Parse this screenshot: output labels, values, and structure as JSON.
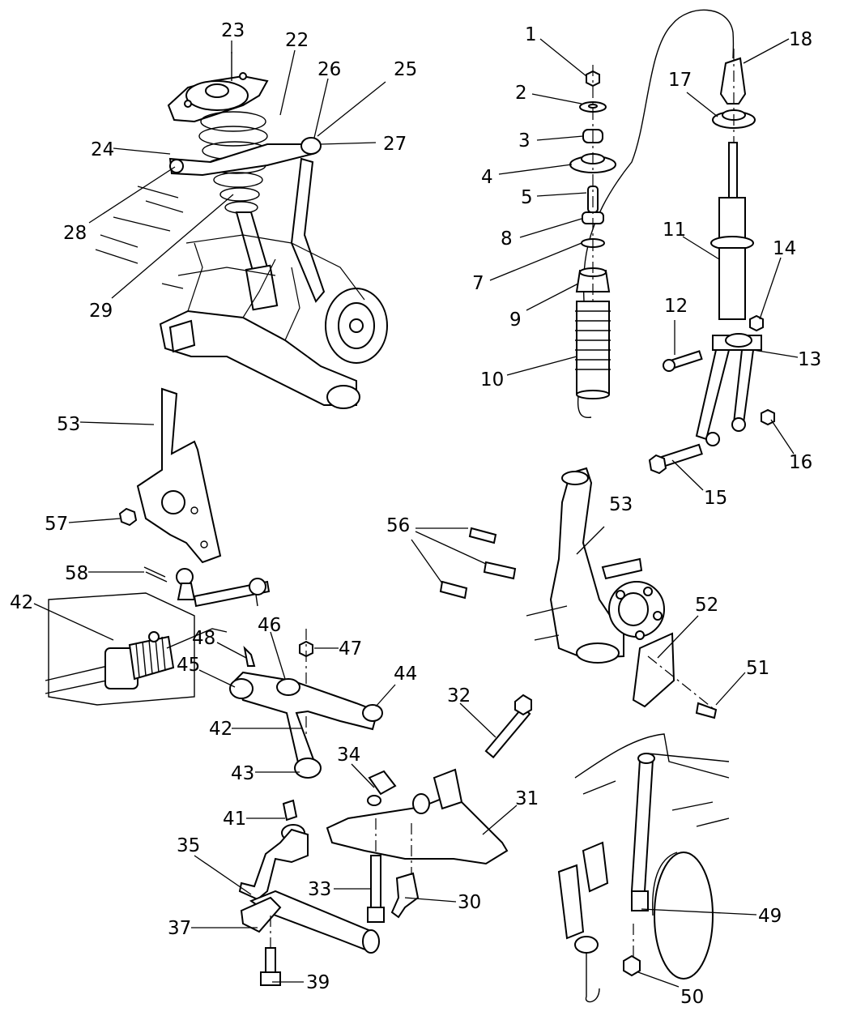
{
  "callouts": {
    "c1": "1",
    "c2": "2",
    "c3": "3",
    "c4": "4",
    "c5": "5",
    "c7": "7",
    "c8": "8",
    "c9": "9",
    "c10": "10",
    "c11": "11",
    "c12": "12",
    "c13": "13",
    "c14": "14",
    "c15": "15",
    "c16": "16",
    "c17": "17",
    "c18": "18",
    "c22": "22",
    "c23": "23",
    "c24": "24",
    "c25": "25",
    "c26": "26",
    "c27": "27",
    "c28": "28",
    "c29": "29",
    "c30": "30",
    "c31": "31",
    "c32": "32",
    "c33": "33",
    "c34": "34",
    "c35": "35",
    "c37": "37",
    "c39": "39",
    "c41": "41",
    "c42a": "42",
    "c42b": "42",
    "c43": "43",
    "c44": "44",
    "c45": "45",
    "c46": "46",
    "c47": "47",
    "c48": "48",
    "c49": "49",
    "c50": "50",
    "c51": "51",
    "c52": "52",
    "c53a": "53",
    "c53b": "53",
    "c56": "56",
    "c57": "57",
    "c58": "58"
  }
}
